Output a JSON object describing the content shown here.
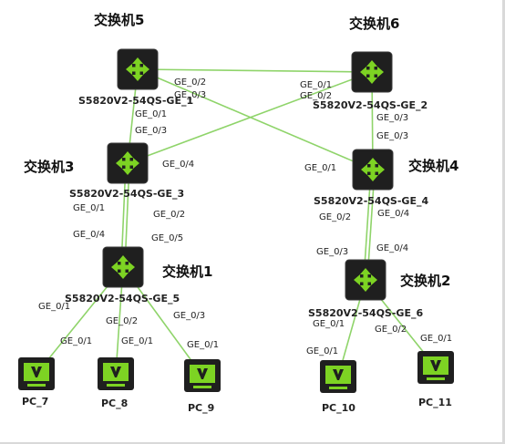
{
  "nodes": [
    {
      "id": "sw5",
      "kind": "switch",
      "name": "交换机5",
      "model": "S5820V2-54QS-GE_1"
    },
    {
      "id": "sw6",
      "kind": "switch",
      "name": "交换机6",
      "model": "S5820V2-54QS-GE_2"
    },
    {
      "id": "sw3",
      "kind": "switch",
      "name": "交换机3",
      "model": "S5820V2-54QS-GE_3"
    },
    {
      "id": "sw4",
      "kind": "switch",
      "name": "交换机4",
      "model": "S5820V2-54QS-GE_4"
    },
    {
      "id": "sw1",
      "kind": "switch",
      "name": "交换机1",
      "model": "S5820V2-54QS-GE_5"
    },
    {
      "id": "sw2",
      "kind": "switch",
      "name": "交换机2",
      "model": "S5820V2-54QS-GE_6"
    },
    {
      "id": "pc7",
      "kind": "pc",
      "name": "PC_7"
    },
    {
      "id": "pc8",
      "kind": "pc",
      "name": "PC_8"
    },
    {
      "id": "pc9",
      "kind": "pc",
      "name": "PC_9"
    },
    {
      "id": "pc10",
      "kind": "pc",
      "name": "PC_10"
    },
    {
      "id": "pc11",
      "kind": "pc",
      "name": "PC_11"
    }
  ],
  "links": [
    {
      "id": "l1",
      "a": "sw5",
      "a_port": "GE_0/2",
      "b": "sw6",
      "b_port": "GE_0/1"
    },
    {
      "id": "l2",
      "a": "sw5",
      "a_port": "GE_0/3",
      "b": "sw4",
      "b_port": "GE_0/1"
    },
    {
      "id": "l3",
      "a": "sw6",
      "a_port": "GE_0/2",
      "b": "sw3",
      "b_port": "GE_0/4"
    },
    {
      "id": "l4",
      "a": "sw5",
      "a_port": "GE_0/1",
      "b": "sw3",
      "b_port": "GE_0/3"
    },
    {
      "id": "l5",
      "a": "sw6",
      "a_port": "GE_0/3",
      "b": "sw4",
      "b_port": "GE_0/3"
    },
    {
      "id": "l6",
      "a": "sw3",
      "a_port": "GE_0/1",
      "b": "sw1",
      "b_port": "GE_0/4"
    },
    {
      "id": "l7",
      "a": "sw3",
      "a_port": "GE_0/2",
      "b": "sw1",
      "b_port": "GE_0/5"
    },
    {
      "id": "l8",
      "a": "sw4",
      "a_port": "GE_0/2",
      "b": "sw2",
      "b_port": "GE_0/3"
    },
    {
      "id": "l9",
      "a": "sw4",
      "a_port": "GE_0/4",
      "b": "sw2",
      "b_port": "GE_0/4"
    },
    {
      "id": "l10",
      "a": "sw1",
      "a_port": "GE_0/1",
      "b": "pc7",
      "b_port": "GE_0/1"
    },
    {
      "id": "l11",
      "a": "sw1",
      "a_port": "GE_0/2",
      "b": "pc8",
      "b_port": "GE_0/1"
    },
    {
      "id": "l12",
      "a": "sw1",
      "a_port": "GE_0/3",
      "b": "pc9",
      "b_port": "GE_0/1"
    },
    {
      "id": "l13",
      "a": "sw2",
      "a_port": "GE_0/1",
      "b": "pc10",
      "b_port": "GE_0/1"
    },
    {
      "id": "l14",
      "a": "sw2",
      "a_port": "GE_0/2",
      "b": "pc11",
      "b_port": "GE_0/1"
    }
  ]
}
